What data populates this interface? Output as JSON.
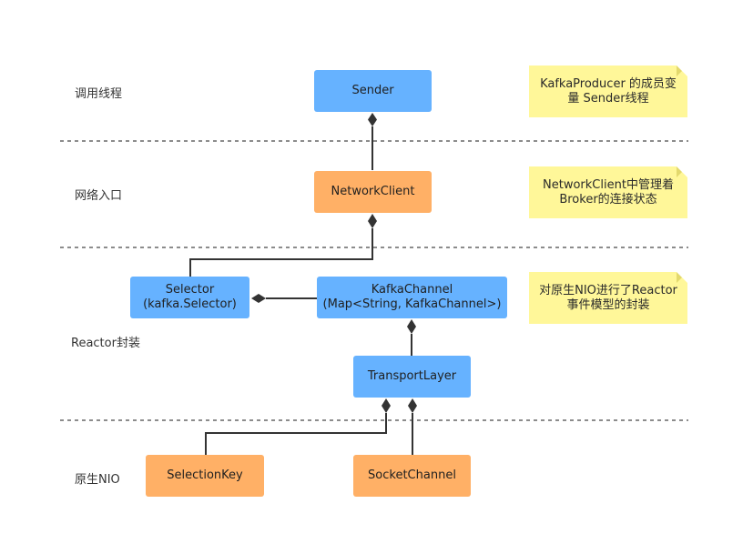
{
  "layers": [
    {
      "id": "thread",
      "label": "调用线程"
    },
    {
      "id": "network",
      "label": "网络入口"
    },
    {
      "id": "reactor",
      "label": "Reactor封装"
    },
    {
      "id": "nio",
      "label": "原生NIO"
    }
  ],
  "nodes": {
    "sender": {
      "lines": [
        "Sender"
      ],
      "color": "#66b2ff"
    },
    "network_client": {
      "lines": [
        "NetworkClient"
      ],
      "color": "#ffb066"
    },
    "selector": {
      "lines": [
        "Selector",
        "(kafka.Selector)"
      ],
      "color": "#66b2ff"
    },
    "kafka_channel": {
      "lines": [
        "KafkaChannel",
        "(Map<String, KafkaChannel>)"
      ],
      "color": "#66b2ff"
    },
    "transport_layer": {
      "lines": [
        "TransportLayer"
      ],
      "color": "#66b2ff"
    },
    "selection_key": {
      "lines": [
        "SelectionKey"
      ],
      "color": "#ffb066"
    },
    "socket_channel": {
      "lines": [
        "SocketChannel"
      ],
      "color": "#ffb066"
    }
  },
  "notes": {
    "producer_note": {
      "lines": [
        "KafkaProducer 的成员变",
        "量 Sender线程"
      ]
    },
    "client_note": {
      "lines": [
        "NetworkClient中管理着",
        "Broker的连接状态"
      ]
    },
    "reactor_note": {
      "lines": [
        "对原生NIO进行了Reactor",
        "事件模型的封装"
      ]
    }
  },
  "colors": {
    "blue_box": "#66b2ff",
    "orange_box": "#ffb066",
    "note": "#fff799",
    "connector": "#333333",
    "separator": "#666666"
  }
}
